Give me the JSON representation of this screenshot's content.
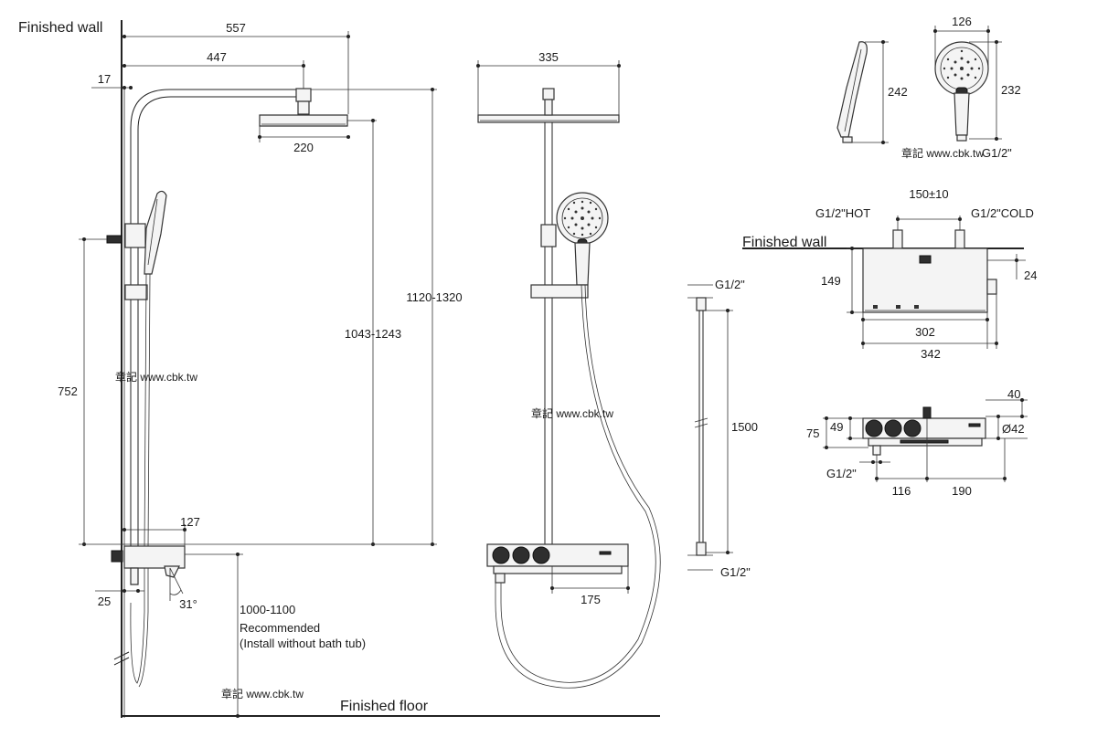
{
  "labels": {
    "finished_wall_left": "Finished wall",
    "finished_wall_right": "Finished wall",
    "finished_floor": "Finished floor",
    "recommended_height": "1000-1100",
    "recommended": "Recommended",
    "install_note": "(Install without bath tub)",
    "hot": "G1/2\"HOT",
    "cold": "G1/2\"COLD"
  },
  "dimensions": {
    "d557": "557",
    "d447": "447",
    "d17": "17",
    "d220": "220",
    "d1120_1320": "1120-1320",
    "d1043_1243": "1043-1243",
    "d752": "752",
    "d127": "127",
    "d25": "25",
    "d31": "31°",
    "d335": "335",
    "d175": "175",
    "hose_top": "G1/2\"",
    "hose_len": "1500",
    "hose_bottom": "G1/2\"",
    "d242": "242",
    "d126": "126",
    "d232": "232",
    "hand_thread": "G1/2\"",
    "d150": "150±10",
    "d149": "149",
    "d24": "24",
    "d302": "302",
    "d342": "342",
    "d40": "40",
    "d75": "75",
    "d49": "49",
    "d42": "Ø42",
    "bottom_thread": "G1/2\"",
    "d116": "116",
    "d190": "190"
  },
  "watermarks": {
    "wm1": "章記 www.cbk.tw",
    "wm2": "章記 www.cbk.tw",
    "wm3": "章記 www.cbk.tw",
    "wm4": "章記 www.cbk.tw"
  }
}
